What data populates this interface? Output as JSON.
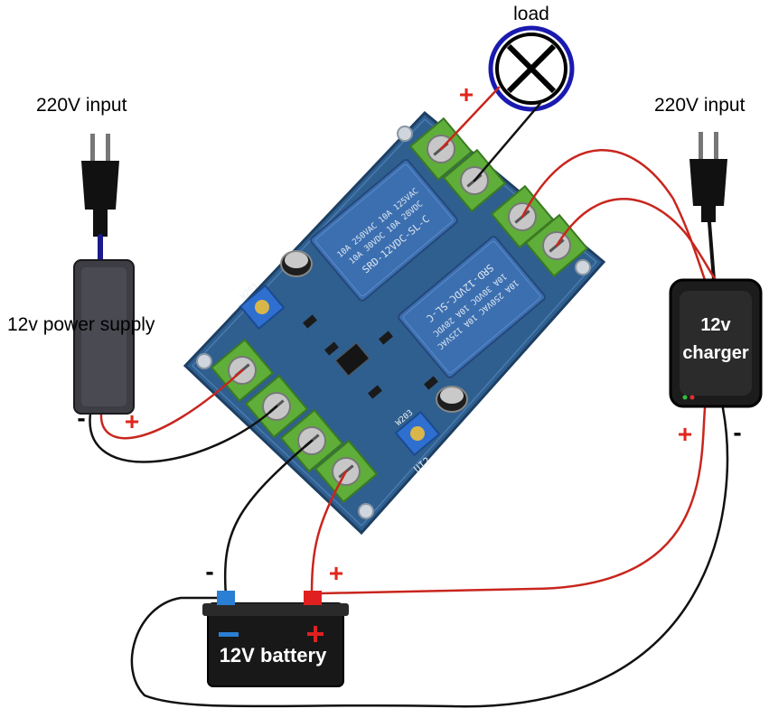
{
  "labels": {
    "load": "load",
    "input_left": "220V input",
    "input_right": "220V input",
    "power_supply": "12v power supply",
    "charger_line1": "12v",
    "charger_line2": "charger",
    "battery": "12V battery"
  },
  "polarity": {
    "plus": "+",
    "minus": "-"
  },
  "board": {
    "relay_1": {
      "model": "SRD-12VDC-SL-C",
      "rating_1": "10A 250VAC  10A 125VAC",
      "rating_2": "10A 30VDC  10A 28VDC"
    },
    "relay_2": {
      "model": "SRD-12VDC-SL-C",
      "rating_1": "10A 250VAC  10A 125VAC",
      "rating_2": "10A 30VDC  10A 28VDC"
    },
    "pot_1": "W203",
    "pot_2": "W203",
    "chip": "UI2"
  },
  "colors": {
    "wire_red": "#c8261e",
    "wire_black": "#111111",
    "pcb": "#2f5f8e",
    "terminal": "#5fae3a",
    "relay": "#3c6fb0",
    "battery_terminal_pos": "#e02020",
    "battery_terminal_neg": "#2a7fd4"
  }
}
